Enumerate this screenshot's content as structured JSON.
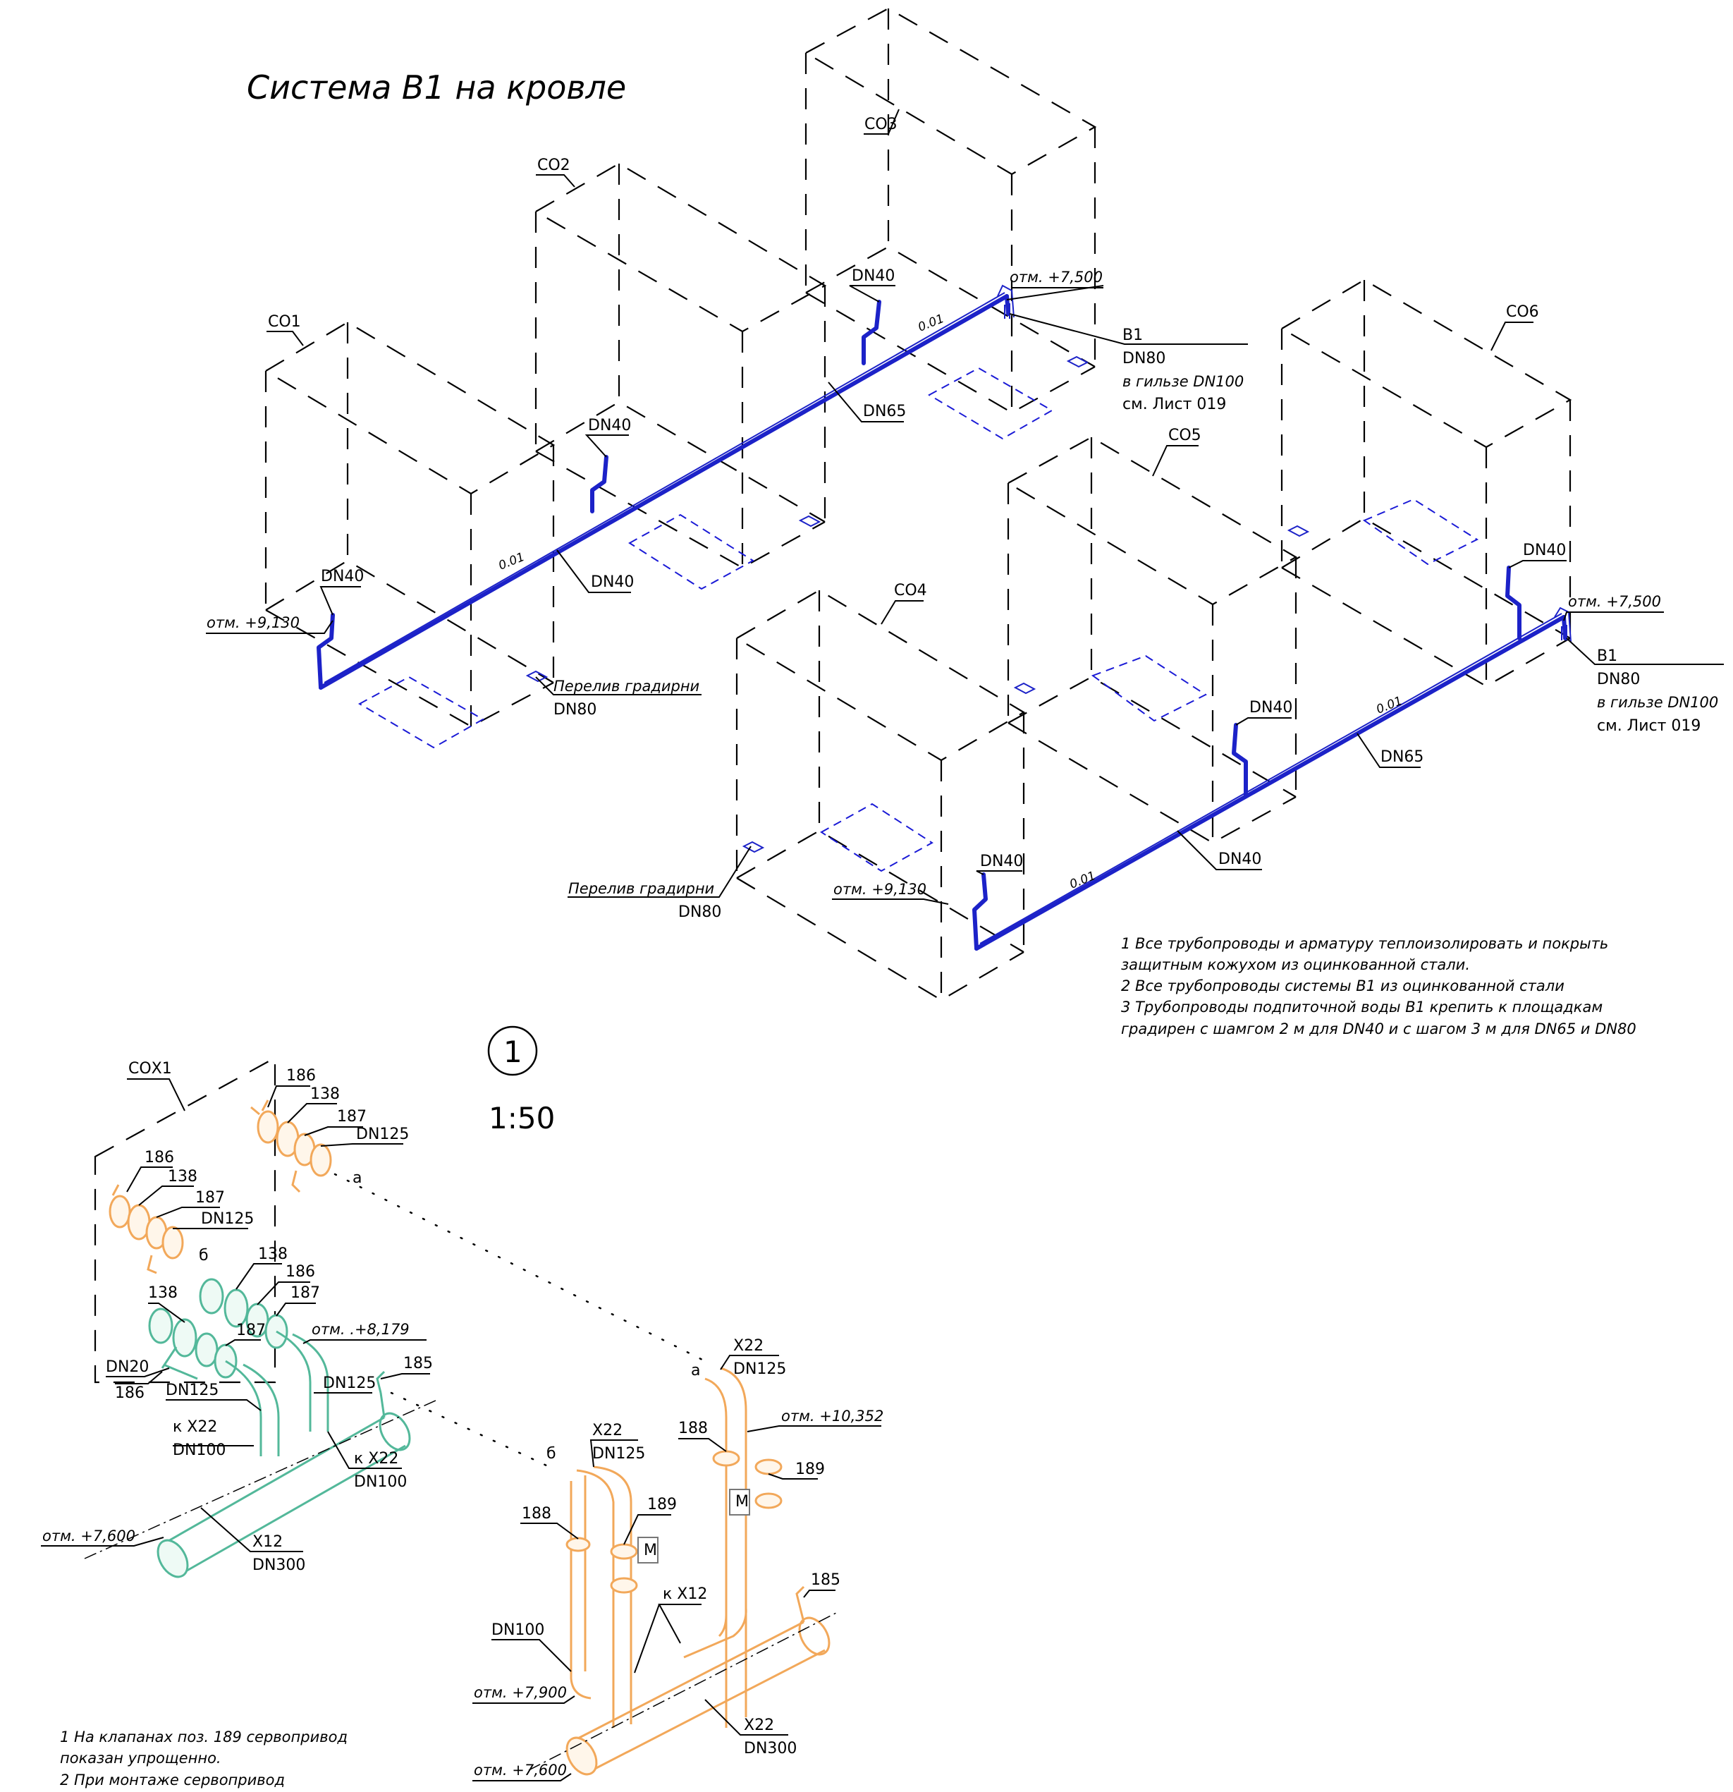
{
  "title": "Система В1 на кровле",
  "scale_mark": "1",
  "scale": "1:50",
  "towers": [
    "СО1",
    "СО2",
    "СО3",
    "СО4",
    "СО5",
    "СО6"
  ],
  "labels": {
    "dn40": "DN40",
    "dn65": "DN65",
    "dn80": "DN80",
    "b1": "В1",
    "sleeve": "в гильзе DN100",
    "sheet": "см. Лист 019",
    "elev_7500": "отм. +7,500",
    "elev_9130": "отм. +9,130",
    "overflow": "Перелив градирни",
    "slope": "0.01"
  },
  "notes_top": [
    "1 Все трубопроводы и арматуру теплоизолировать и покрыть",
    "защитным кожухом из оцинкованной стали.",
    "2 Все трубопроводы системы В1 из оцинкованной стали",
    "3 Трубопроводы подпиточной воды В1 крепить к площадкам",
    "градирен с шамгом 2 м для DN40 и с шагом 3 м для DN65 и DN80"
  ],
  "detail": {
    "cox": "СОХ1",
    "p186": "186",
    "p138": "138",
    "p187": "187",
    "p185": "185",
    "p188": "188",
    "p189": "189",
    "dn125": "DN125",
    "dn100": "DN100",
    "dn20": "DN20",
    "dn300": "DN300",
    "x22": "Х22",
    "x12": "Х12",
    "to_x22": "к Х22",
    "to_x12": "к Х12",
    "a": "а",
    "b": "б",
    "motor": "М",
    "elev_8179": "отм. .+8,179",
    "elev_7600": "отм. +7,600",
    "elev_10352": "отм. +10,352",
    "elev_7900": "отм. +7,900"
  },
  "notes_bottom": [
    "1 На клапанах поз. 189 сервопривод",
    "показан упрощенно.",
    "2 При монтаже сервопривод"
  ]
}
